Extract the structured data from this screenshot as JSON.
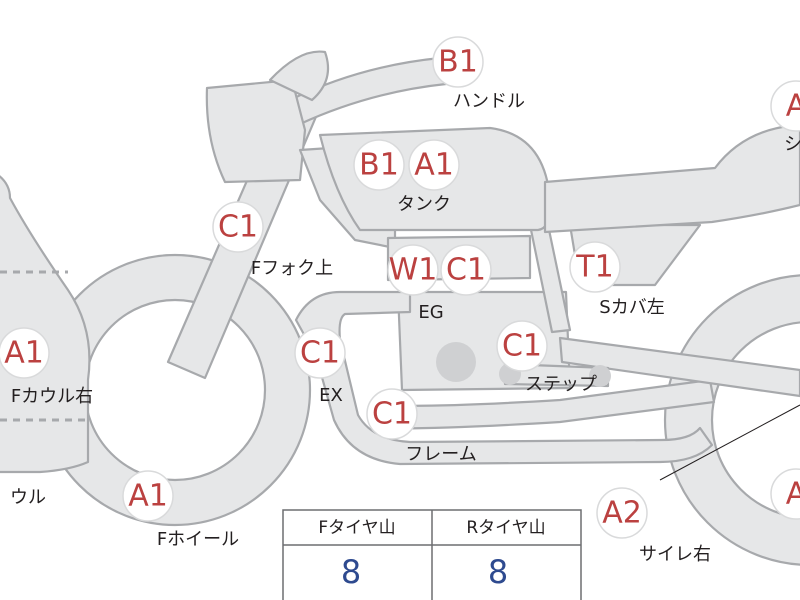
{
  "colors": {
    "badge_text": "#bb4140",
    "part_fill": "#e6e7e8",
    "part_stroke": "#a7a9ac",
    "tire_value": "#2e4a8f"
  },
  "badges": [
    {
      "id": "handle",
      "codes": [
        "B1"
      ],
      "label": "ハンドル"
    },
    {
      "id": "tank",
      "codes": [
        "B1",
        "A1"
      ],
      "label": "タンク"
    },
    {
      "id": "fork-upper",
      "codes": [
        "C1"
      ],
      "label": "Fフォク上"
    },
    {
      "id": "engine",
      "codes": [
        "W1",
        "C1"
      ],
      "label": "EG"
    },
    {
      "id": "side-cover-left",
      "codes": [
        "T1"
      ],
      "label": "Sカバ左"
    },
    {
      "id": "seat",
      "codes": [
        "A"
      ],
      "label": "シ"
    },
    {
      "id": "front-cowl-right",
      "codes": [
        "A1"
      ],
      "label": "Fカウル右"
    },
    {
      "id": "exhaust",
      "codes": [
        "C1"
      ],
      "label": "EX"
    },
    {
      "id": "step",
      "codes": [
        "C1"
      ],
      "label": "ステップ"
    },
    {
      "id": "frame",
      "codes": [
        "C1"
      ],
      "label": "フレーム"
    },
    {
      "id": "cowl",
      "codes": [],
      "label": "ウル"
    },
    {
      "id": "front-wheel",
      "codes": [
        "A1"
      ],
      "label": "Fホイール"
    },
    {
      "id": "silencer-right",
      "codes": [
        "A2"
      ],
      "label": "サイレ右"
    },
    {
      "id": "rear-edge",
      "codes": [
        "A"
      ],
      "label": ""
    }
  ],
  "tire_table": {
    "headers": [
      "Fタイヤ山",
      "Rタイヤ山"
    ],
    "values": [
      "8",
      "8"
    ]
  }
}
